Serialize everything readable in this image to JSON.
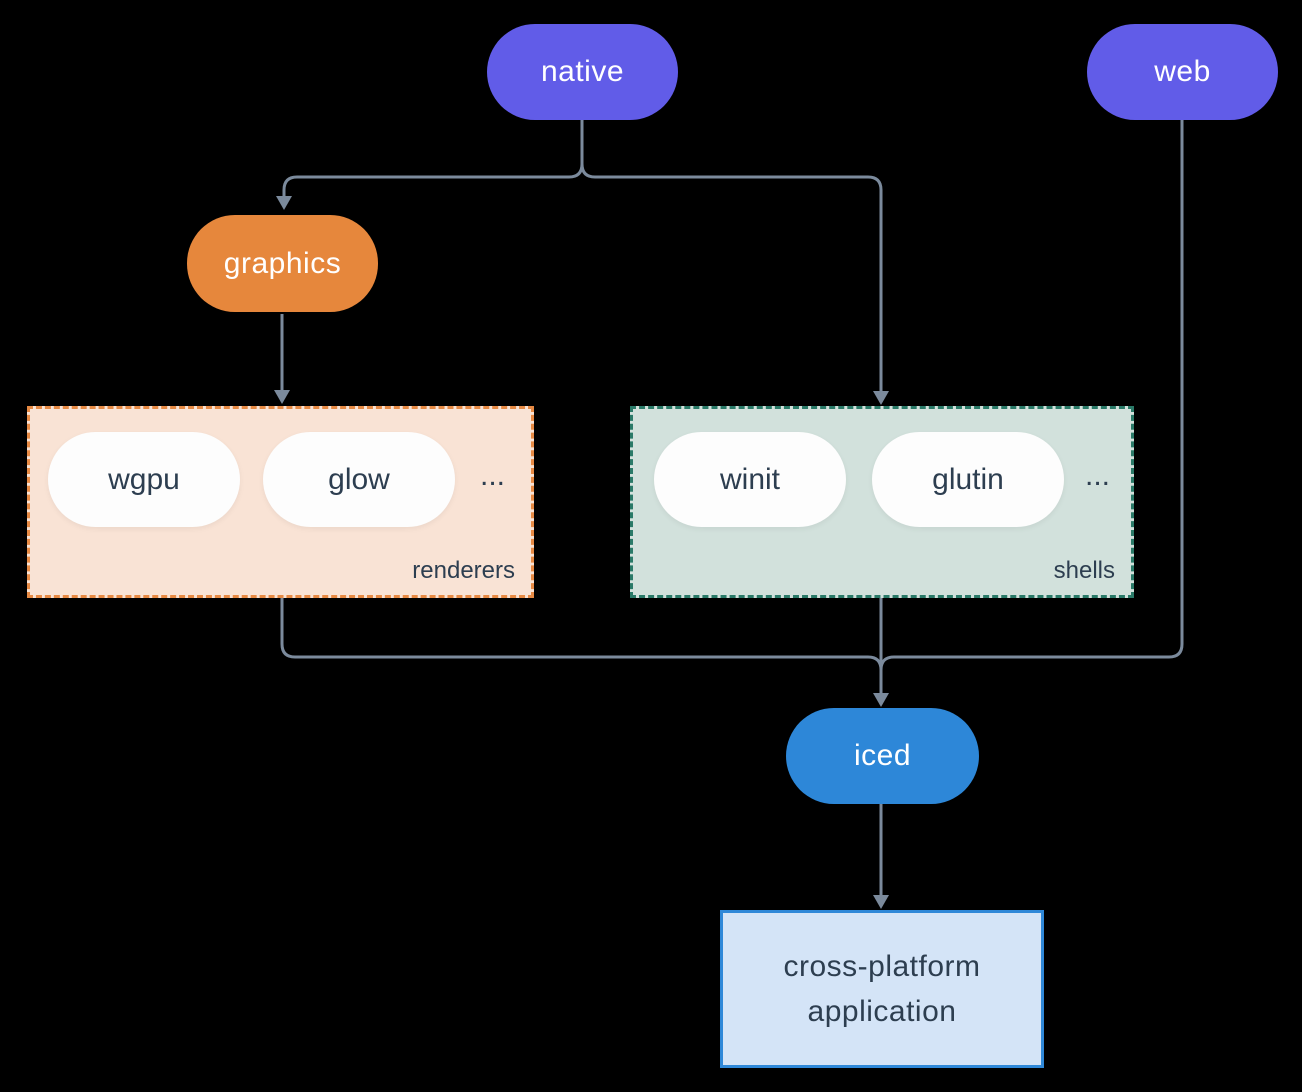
{
  "canvas": {
    "background": "#000000",
    "edge_color": "#7B8A9C"
  },
  "nodes": {
    "native": {
      "label": "native",
      "bg": "#615CE8",
      "text_color": "#FFFFFF"
    },
    "web": {
      "label": "web",
      "bg": "#615CE8",
      "text_color": "#FFFFFF"
    },
    "graphics": {
      "label": "graphics",
      "bg": "#E6873C",
      "text_color": "#FFFFFF"
    },
    "iced": {
      "label": "iced",
      "bg": "#2D87D8",
      "text_color": "#FFFFFF"
    },
    "app": {
      "label_line1": "cross-platform",
      "label_line2": "application",
      "bg": "#D4E4F7",
      "border": "#2F88D8",
      "text_color": "#2D3E50"
    }
  },
  "groups": {
    "renderers": {
      "label": "renderers",
      "bg": "#F9E3D5",
      "border": "#E78A44",
      "items": {
        "0": "wgpu",
        "1": "glow"
      },
      "ellipsis": "..."
    },
    "shells": {
      "label": "shells",
      "bg": "#D2E1DC",
      "border": "#2A7A68",
      "items": {
        "0": "winit",
        "1": "glutin"
      },
      "ellipsis": "..."
    }
  },
  "edges": [
    {
      "from": "native",
      "to": "graphics"
    },
    {
      "from": "native",
      "to": "shells"
    },
    {
      "from": "graphics",
      "to": "renderers"
    },
    {
      "from": "web",
      "to": "iced"
    },
    {
      "from": "renderers",
      "to": "iced"
    },
    {
      "from": "shells",
      "to": "iced"
    },
    {
      "from": "iced",
      "to": "app"
    }
  ]
}
